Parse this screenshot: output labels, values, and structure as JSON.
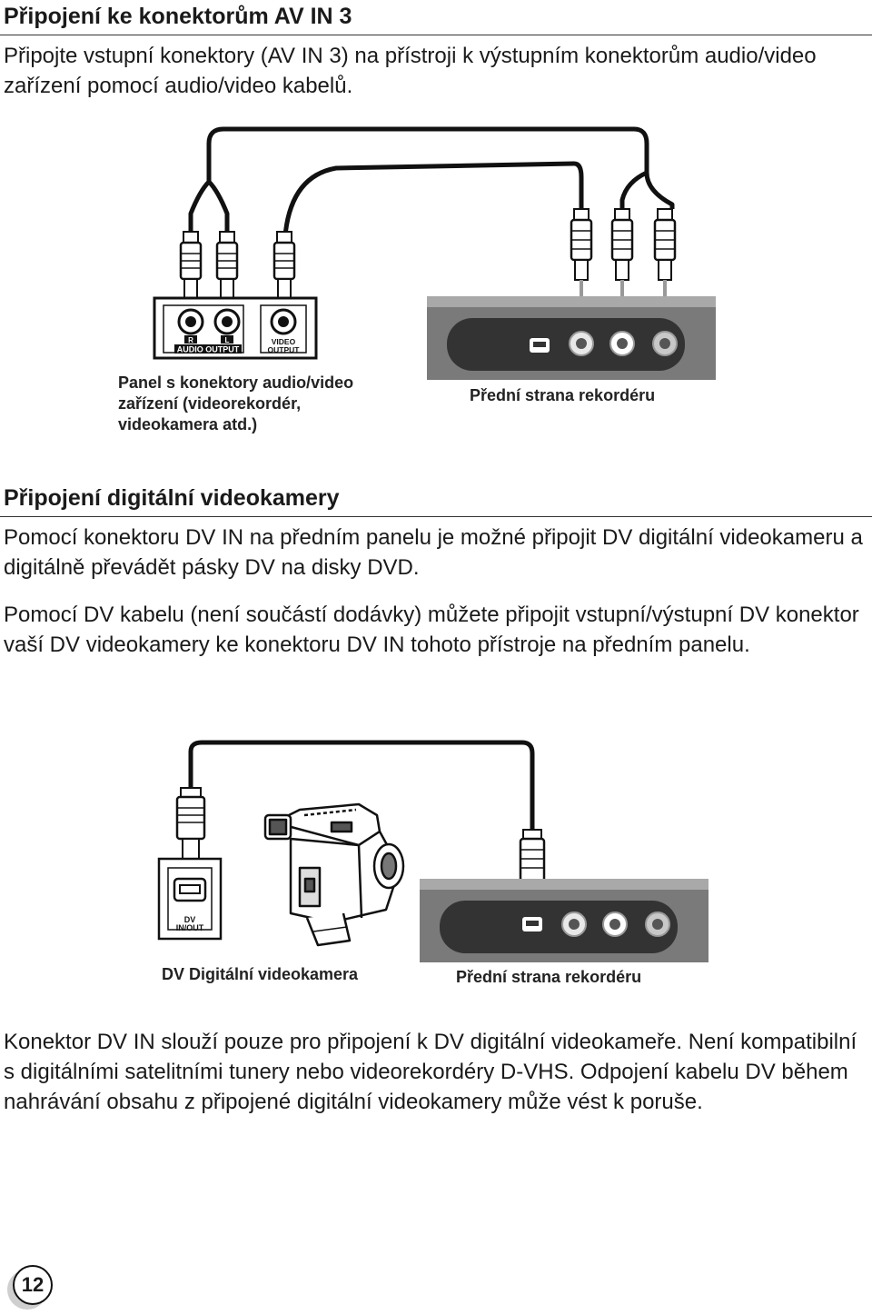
{
  "section1": {
    "title": "Připojení ke konektorům AV IN 3",
    "body": "Připojte vstupní konektory (AV IN 3) na přístroji k výstupním konektorům audio/video zařízení pomocí audio/video kabelů.",
    "diagram": {
      "panel_labels": {
        "r": "R",
        "l": "L",
        "audio_output": "AUDIO OUTPUT",
        "video_output_1": "VIDEO",
        "video_output_2": "OUTPUT"
      },
      "caption_left": "Panel s konektory audio/video zařízení (videorekordér, videokamera atd.)",
      "caption_right": "Přední strana rekordéru"
    }
  },
  "section2": {
    "title": "Připojení digitální videokamery",
    "para1": "Pomocí konektoru DV IN na předním panelu je možné připojit DV digitální videokameru a digitálně převádět pásky DV na disky DVD.",
    "para2": "Pomocí DV kabelu (není součástí dodávky) můžete připojit vstupní/výstupní DV konektor vaší DV videokamery ke konektoru DV IN tohoto přístroje na předním panelu.",
    "diagram": {
      "dv_label_1": "DV",
      "dv_label_2": "IN/OUT",
      "caption_left": "DV Digitální videokamera",
      "caption_right": "Přední strana rekordéru"
    },
    "note": "Konektor DV IN slouží pouze pro připojení k DV digitální videokameře. Není kompatibilní s digitálními satelitními tunery nebo videorekordéry D-VHS. Odpojení kabelu DV během nahrávání obsahu z připojené digitální videokamery může vést k poruše."
  },
  "page_number": "12",
  "colors": {
    "text": "#1a1a1a",
    "panel_dark": "#3a3a3a",
    "panel_mid": "#6e6e6e"
  }
}
